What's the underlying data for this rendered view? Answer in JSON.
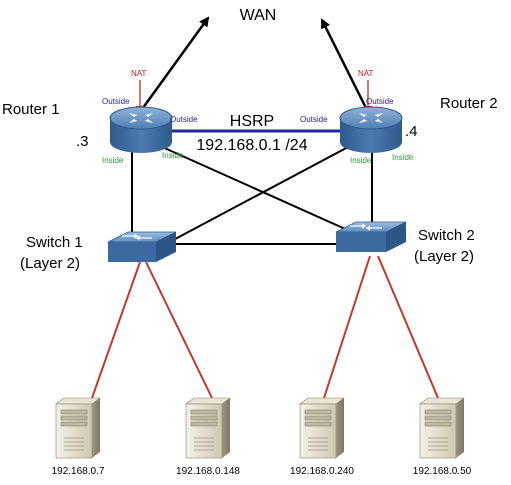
{
  "wan_label": "WAN",
  "hsrp": {
    "title": "HSRP",
    "address": "192.168.0.1 /24"
  },
  "router1": {
    "name": "Router 1",
    "host": ".3",
    "nat": "NAT",
    "outside_top": "Outside",
    "outside_right": "Outside",
    "inside_left": "Inside",
    "inside_right": "Inside"
  },
  "router2": {
    "name": "Router 2",
    "host": ".4",
    "nat": "NAT",
    "outside_top": "Outside",
    "outside_left": "Outside",
    "inside_left": "Inside",
    "inside_right": "Inside"
  },
  "switch1": {
    "name": "Switch 1",
    "layer": "(Layer 2)"
  },
  "switch2": {
    "name": "Switch 2",
    "layer": "(Layer 2)"
  },
  "servers": [
    {
      "ip": "192.168.0.7"
    },
    {
      "ip": "192.168.0.148"
    },
    {
      "ip": "192.168.0.240"
    },
    {
      "ip": "192.168.0.50"
    }
  ],
  "colors": {
    "router": "#3f6fa6",
    "switch": "#3f6fa6",
    "uplink": "#000000",
    "hsrp_link": "#1d2b9a",
    "server_link": "#c0392b",
    "nat": "#d01818",
    "outside": "#1f1fa0",
    "inside": "#2e9a3a"
  }
}
